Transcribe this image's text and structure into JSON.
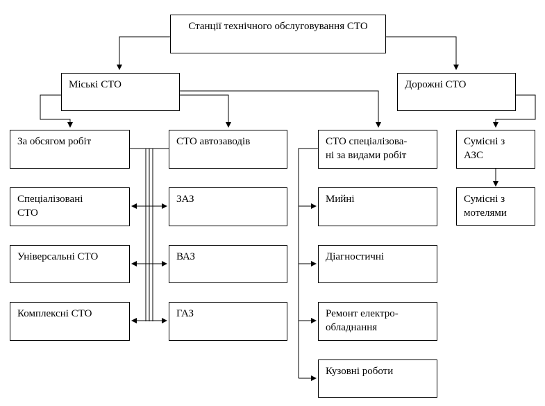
{
  "nodes": {
    "root": "Станції технічного обслуговування СТО",
    "city": "Міські СТО",
    "road": "Дорожні СТО",
    "by_volume": "За обсягом робіт",
    "automaker": "СТО автозаводів",
    "specialized_by_type": "СТО спеціалізова-\nні за видами робіт",
    "combined_gas": "Сумісні з\nАЗС",
    "combined_motel": "Сумісні з\nмотелями",
    "specialized": "Спеціалізовані\nСТО",
    "universal": "Універсальні СТО",
    "complex": "Комплексні СТО",
    "zaz": "ЗАЗ",
    "vaz": "ВАЗ",
    "gaz": "ГАЗ",
    "washing": "Мийні",
    "diagnostic": "Діагностичні",
    "electrical": "Ремонт електро-\nобладнання",
    "body": "Кузовні роботи"
  }
}
